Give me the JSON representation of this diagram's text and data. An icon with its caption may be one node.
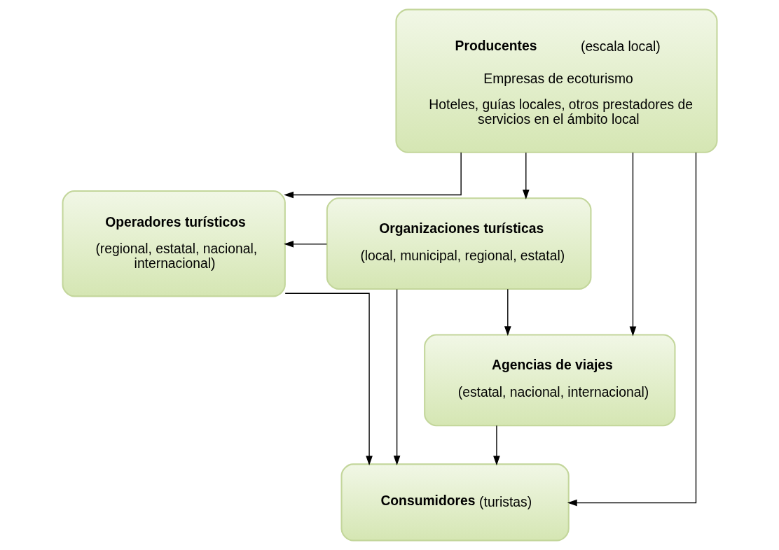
{
  "diagram": {
    "nodes": [
      {
        "text": [
          "**Producentes** (escala local)",
          "Empresas de ecoturismo",
          "Hoteles, guías locales, otros prestadores de servicios en el ámbito local"
        ]
      },
      {
        "text": [
          "Operadores turísticos",
          "(regional, estatal, nacional, internacional)"
        ]
      },
      {
        "text": [
          "Organizaciones turísticas",
          "(local, municipal, regional, estatal)"
        ]
      },
      {
        "text": [
          "Agencias de viajes",
          "(estatal, nacional, internacional)"
        ]
      },
      {
        "text": [
          "**Consumidores** (turistas)"
        ]
      }
    ],
    "edges": [
      {
        "from": 0,
        "to": 1,
        "arrow": "to"
      },
      {
        "from": 0,
        "to": 2,
        "arrow": "to"
      },
      {
        "from": 0,
        "to": 4,
        "arrow": "to"
      },
      {
        "from": 0,
        "to": 3,
        "arrow": "to"
      },
      {
        "from": 2,
        "to": 1,
        "arrow": "to"
      },
      {
        "from": 2,
        "to": 4,
        "arrow": "to"
      },
      {
        "from": 2,
        "to": 3,
        "arrow": "to"
      },
      {
        "from": 1,
        "to": 4,
        "arrow": "to"
      },
      {
        "from": 3,
        "to": 4,
        "arrow": "to"
      }
    ]
  }
}
